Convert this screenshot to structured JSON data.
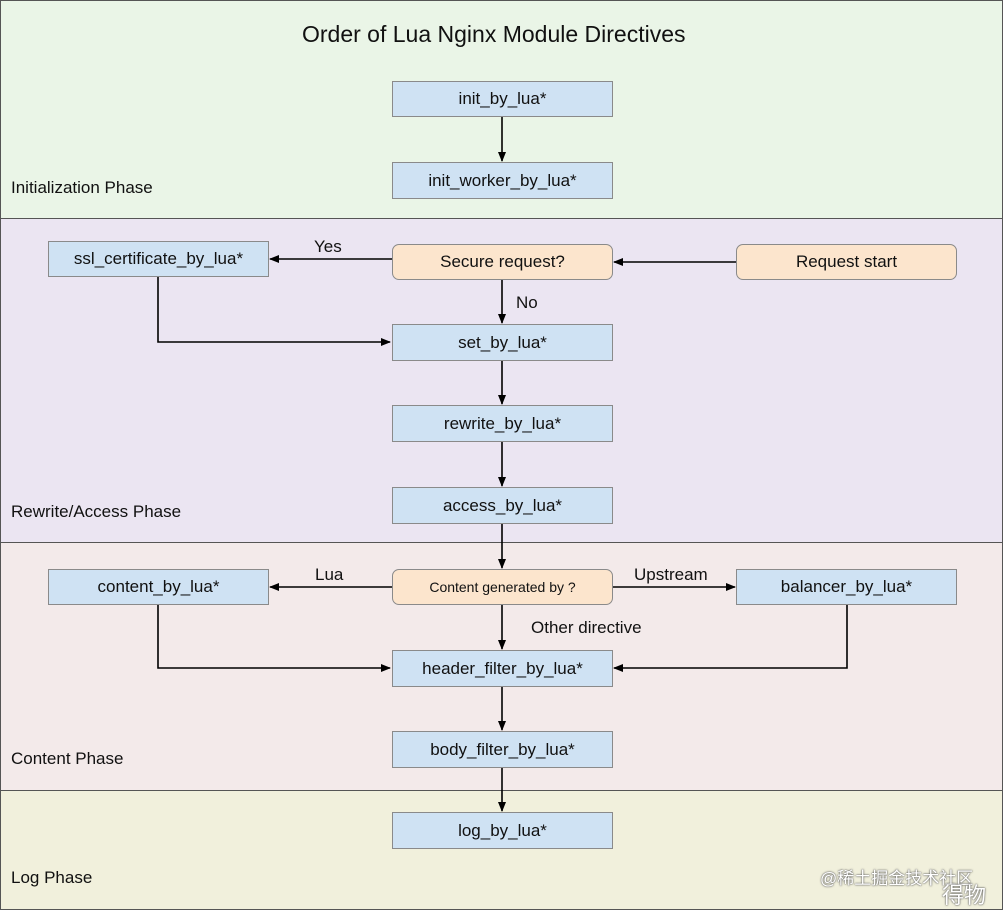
{
  "title": "Order of Lua Nginx Module Directives",
  "phases": {
    "init": "Initialization Phase",
    "rewrite": "Rewrite/Access Phase",
    "content": "Content Phase",
    "log": "Log Phase"
  },
  "nodes": {
    "init_by_lua": "init_by_lua*",
    "init_worker_by_lua": "init_worker_by_lua*",
    "ssl_certificate_by_lua": "ssl_certificate_by_lua*",
    "secure_request": "Secure request?",
    "request_start": "Request start",
    "set_by_lua": "set_by_lua*",
    "rewrite_by_lua": "rewrite_by_lua*",
    "access_by_lua": "access_by_lua*",
    "content_by_lua": "content_by_lua*",
    "content_generated_by": "Content generated by ?",
    "balancer_by_lua": "balancer_by_lua*",
    "header_filter_by_lua": "header_filter_by_lua*",
    "body_filter_by_lua": "body_filter_by_lua*",
    "log_by_lua": "log_by_lua*"
  },
  "edge_labels": {
    "yes": "Yes",
    "no": "No",
    "lua": "Lua",
    "upstream": "Upstream",
    "other_directive": "Other directive"
  },
  "watermark": {
    "line1": "@稀土掘金技术社区",
    "line2": "得物"
  },
  "colors": {
    "directive_box": "#cfe2f3",
    "decision_box": "#fce5cd",
    "init_phase_bg": "#eaf5e7",
    "rewrite_phase_bg": "#ebe5f2",
    "content_phase_bg": "#f3eaea",
    "log_phase_bg": "#f1f0dc"
  }
}
